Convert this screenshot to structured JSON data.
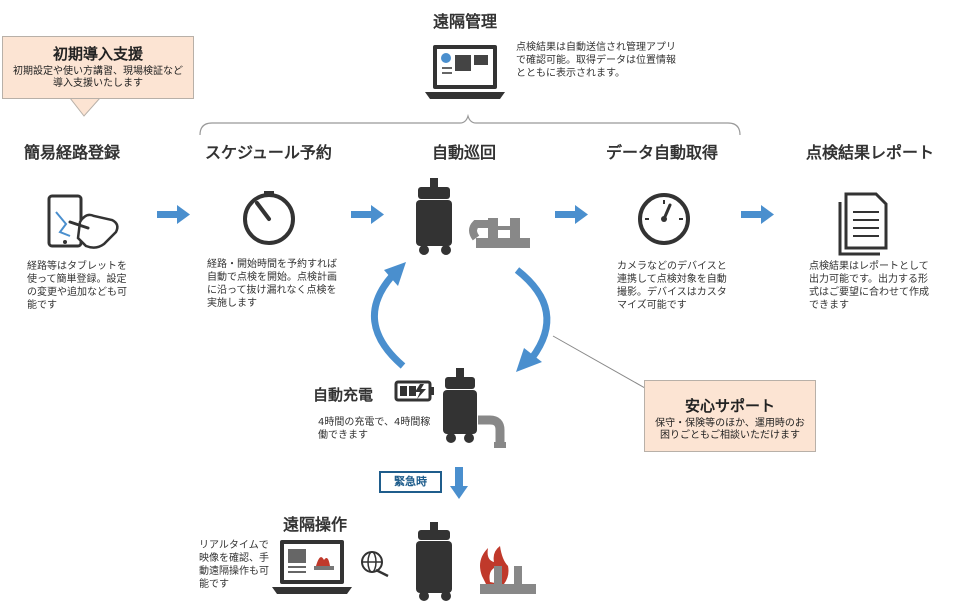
{
  "remote_management": {
    "title": "遠隔管理",
    "desc": "点検結果は自動送信され管理アプリで確認可能。取得データは位置情報とともに表示されます。"
  },
  "initial_support": {
    "title": "初期導入支援",
    "desc": "初期設定や使い方講習、現場検証など導入支援いたします"
  },
  "steps": [
    {
      "title": "簡易経路登録",
      "desc": "経路等はタブレットを使って簡単登録。設定の変更や追加なども可能です"
    },
    {
      "title": "スケジュール予約",
      "desc": "経路・開始時間を予約すれば自動で点検を開始。点検計画に沿って抜け漏れなく点検を実施します"
    },
    {
      "title": "自動巡回",
      "desc": ""
    },
    {
      "title": "データ自動取得",
      "desc": "カメラなどのデバイスと連携して点検対象を自動撮影。デバイスはカスタマイズ可能です"
    },
    {
      "title": "点検結果レポート",
      "desc": "点検結果はレポートとして出力可能です。出力する形式はご要望に合わせて作成できます"
    }
  ],
  "auto_charge": {
    "title": "自動充電",
    "desc": "4時間の充電で、4時間稼働できます"
  },
  "safety_support": {
    "title": "安心サポート",
    "desc": "保守・保険等のほか、運用時のお困りごともご相談いただけます"
  },
  "emergency_label": "緊急時",
  "remote_operation": {
    "title": "遠隔操作",
    "desc": "リアルタイムで映像を確認、手動遠隔操作も可能です"
  },
  "colors": {
    "accent_blue": "#4a8fce",
    "callout_fill": "#fce4d3",
    "icon_dark": "#333333",
    "tag_border": "#1f5d8c"
  }
}
